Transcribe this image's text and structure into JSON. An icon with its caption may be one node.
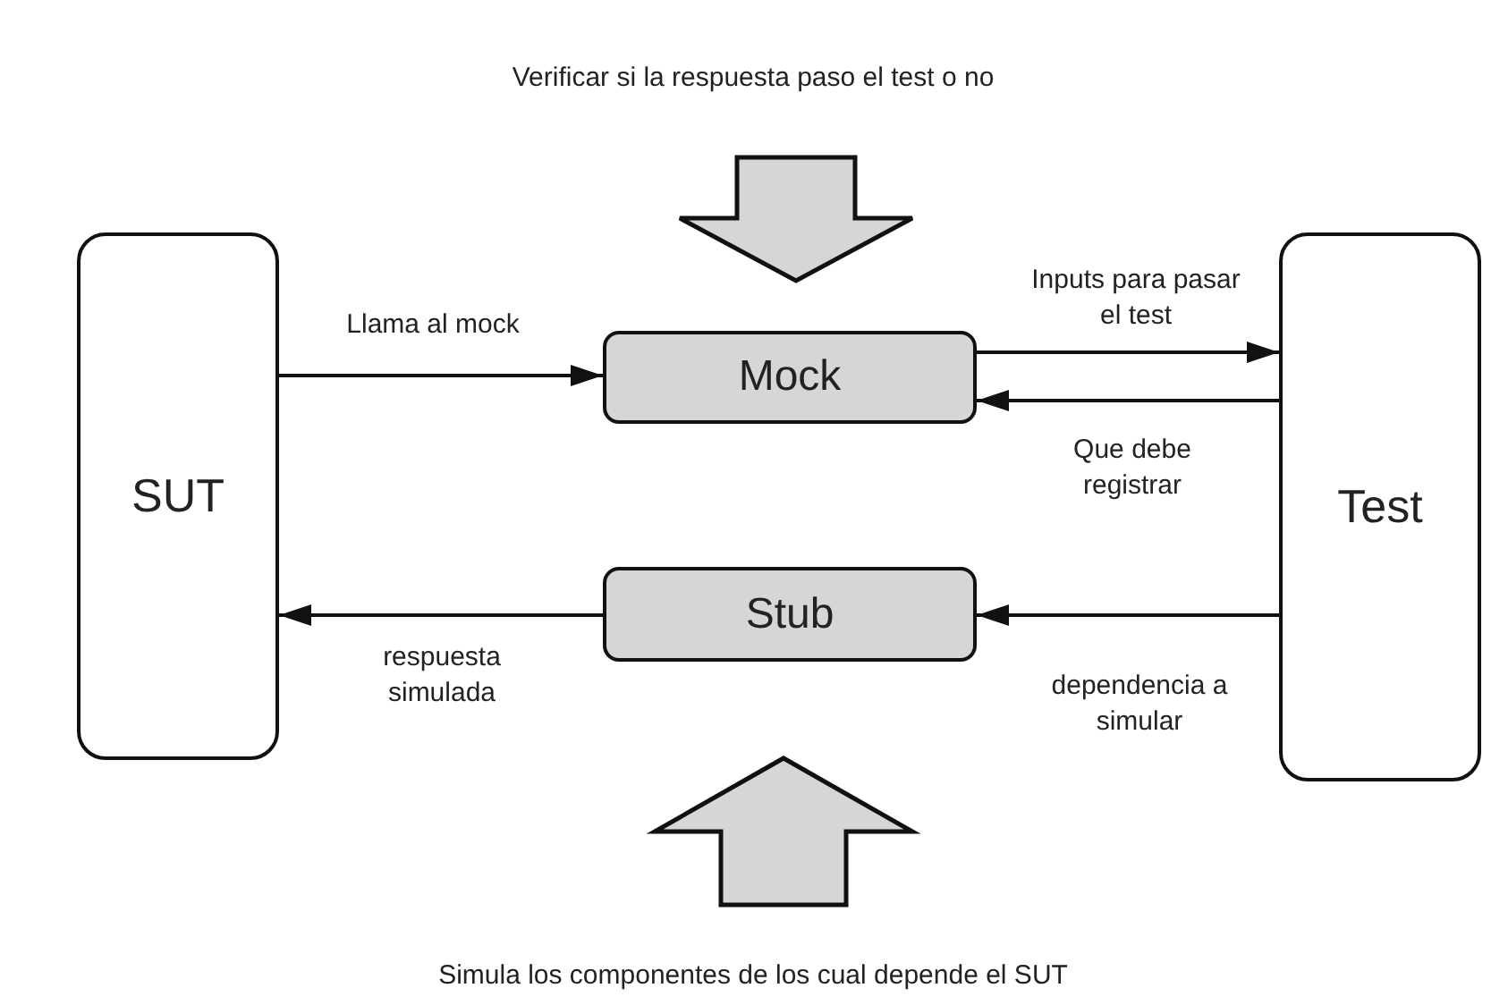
{
  "diagram": {
    "nodes": [
      {
        "text": [
          "Verificar si la respuesta paso el test o no"
        ]
      },
      {
        "text": [
          "SUT"
        ]
      },
      {
        "text": [
          "Mock"
        ]
      },
      {
        "text": [
          "Test"
        ]
      },
      {
        "text": [
          "Stub"
        ]
      },
      {
        "text": [
          "Simula los componentes de los cual depende el SUT"
        ]
      }
    ],
    "edges": [
      {
        "from": 0,
        "to": 2,
        "arrow": "to",
        "style": "thick"
      },
      {
        "from": 1,
        "to": 2,
        "arrow": "to",
        "label": "Llama al mock"
      },
      {
        "from": 2,
        "to": 3,
        "arrow": "to",
        "label": "Inputs para pasar el test"
      },
      {
        "from": 3,
        "to": 2,
        "arrow": "to",
        "label": "Que debe registrar"
      },
      {
        "from": 3,
        "to": 4,
        "arrow": "to",
        "label": "dependencia a simular"
      },
      {
        "from": 4,
        "to": 1,
        "arrow": "to",
        "label": "respuesta simulada"
      },
      {
        "from": 5,
        "to": 4,
        "arrow": "to",
        "style": "thick"
      }
    ]
  }
}
